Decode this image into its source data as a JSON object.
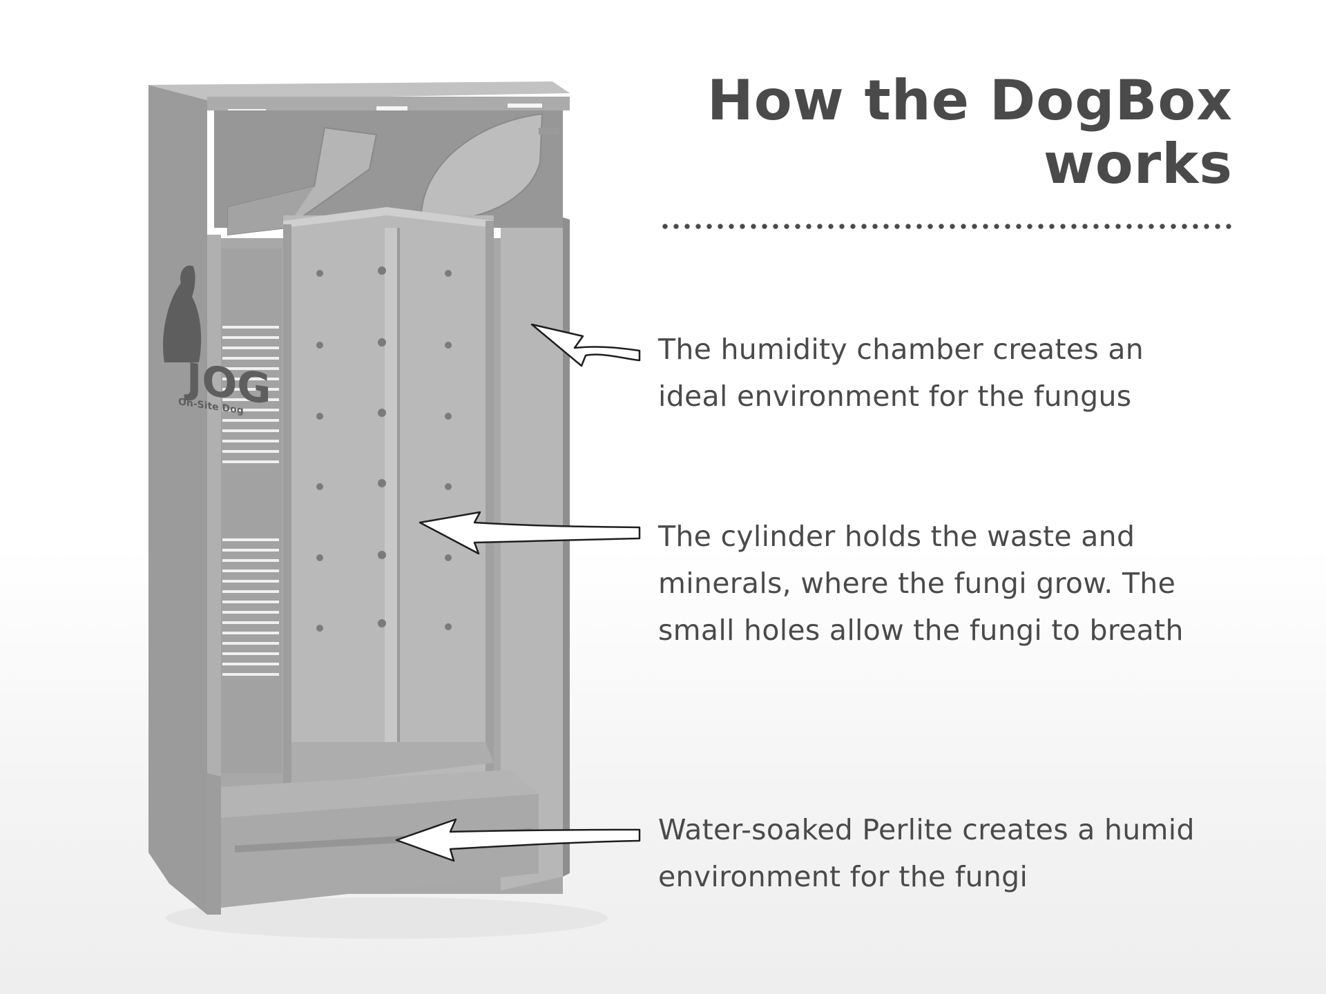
{
  "title": "How the DogBox works",
  "captions": [
    "The humidity chamber creates an ideal environment for the fungus",
    "The cylinder holds the waste and minerals, where the fungi grow. The small holes allow the fungi to breath",
    "Water-soaked Perlite creates a humid environment for the fungi"
  ],
  "box_logo": {
    "letters": "JOG",
    "tagline": "On-Site Dog"
  },
  "colors": {
    "text": "#4a4a4a",
    "box_body": "#a4a4a4",
    "box_shadow": "#8c8c8c",
    "box_light": "#bdbdbd"
  }
}
